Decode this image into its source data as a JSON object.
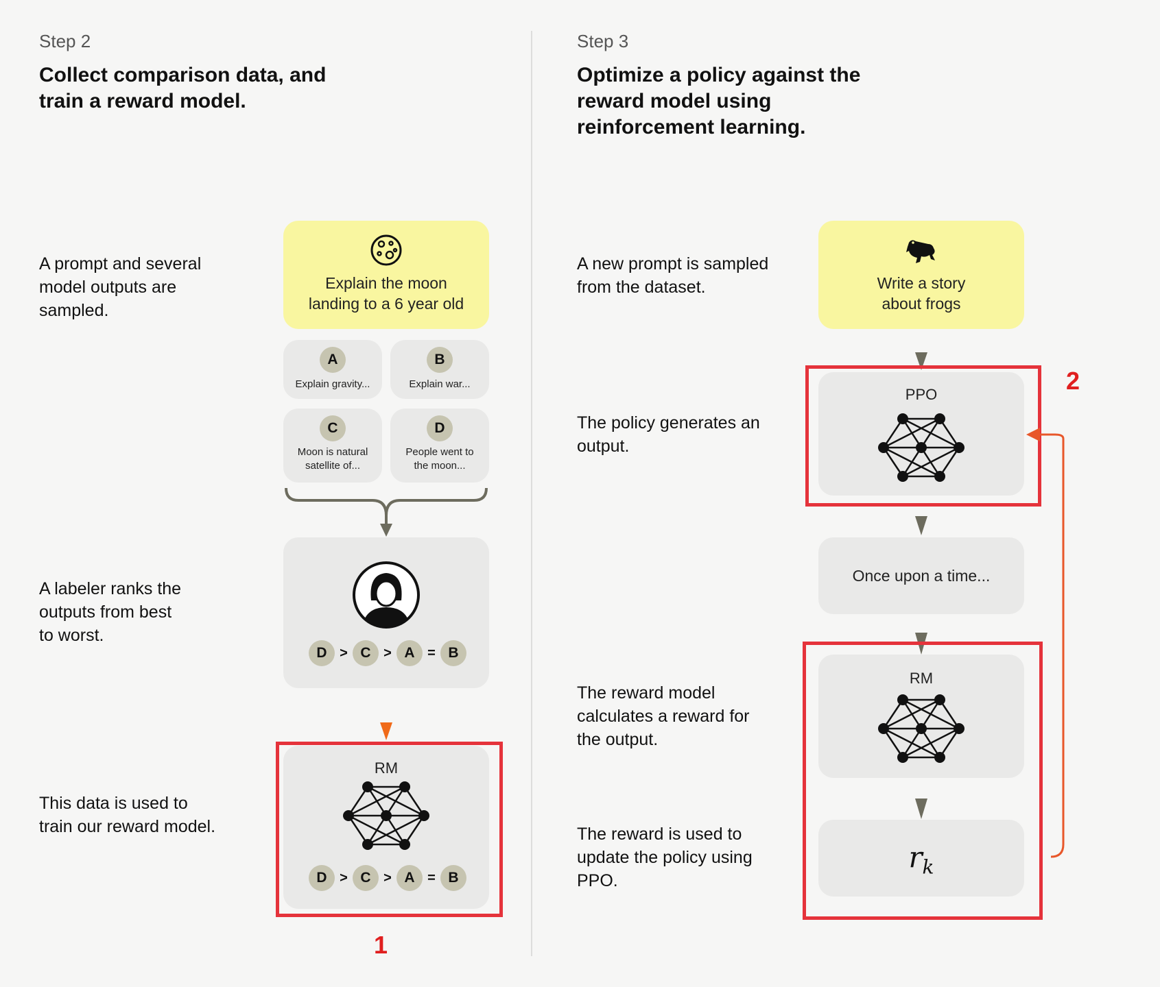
{
  "step2": {
    "step_label": "Step 2",
    "title_line1": "Collect comparison data, and",
    "title_line2": "train a reward model.",
    "desc_prompt": [
      "A prompt and several",
      "model outputs are",
      "sampled."
    ],
    "desc_labeler": [
      "A labeler ranks the",
      "outputs from best",
      "to worst."
    ],
    "desc_train": [
      "This data is used to",
      "train our reward model."
    ],
    "prompt_card": {
      "line1": "Explain the moon",
      "line2": "landing to a 6 year old",
      "icon": "moon-icon"
    },
    "outputs": [
      {
        "letter": "A",
        "line1": "Explain gravity...",
        "line2": ""
      },
      {
        "letter": "B",
        "line1": "Explain war...",
        "line2": ""
      },
      {
        "letter": "C",
        "line1": "Moon is natural",
        "line2": "satellite of..."
      },
      {
        "letter": "D",
        "line1": "People went to",
        "line2": "the moon..."
      }
    ],
    "ranking": [
      "D",
      ">",
      "C",
      ">",
      "A",
      "=",
      "B"
    ],
    "rm_label": "RM",
    "annotation_number": "1"
  },
  "step3": {
    "step_label": "Step 3",
    "title_line1": "Optimize a policy against the",
    "title_line2": "reward model using",
    "title_line3": "reinforcement learning.",
    "desc_prompt": [
      "A new prompt is sampled",
      "from the dataset."
    ],
    "desc_policy": [
      "The policy generates an",
      "output."
    ],
    "desc_reward": [
      "The reward model",
      "calculates a reward for",
      "the output."
    ],
    "desc_update": [
      "The reward is used to",
      "update the policy using",
      "PPO."
    ],
    "prompt_card": {
      "line1": "Write a story",
      "line2": "about frogs",
      "icon": "frog-icon"
    },
    "ppo_label": "PPO",
    "output_text": "Once upon a time...",
    "rm_label": "RM",
    "reward_symbol": "r",
    "reward_subscript": "k",
    "annotation_number": "2"
  },
  "colors": {
    "background": "#f6f6f5",
    "card": "#e9e9e8",
    "prompt_card": "#f9f6a0",
    "chip": "#c6c4b0",
    "annotation_red": "#e5333b",
    "feedback_arrow": "#e8572a"
  }
}
